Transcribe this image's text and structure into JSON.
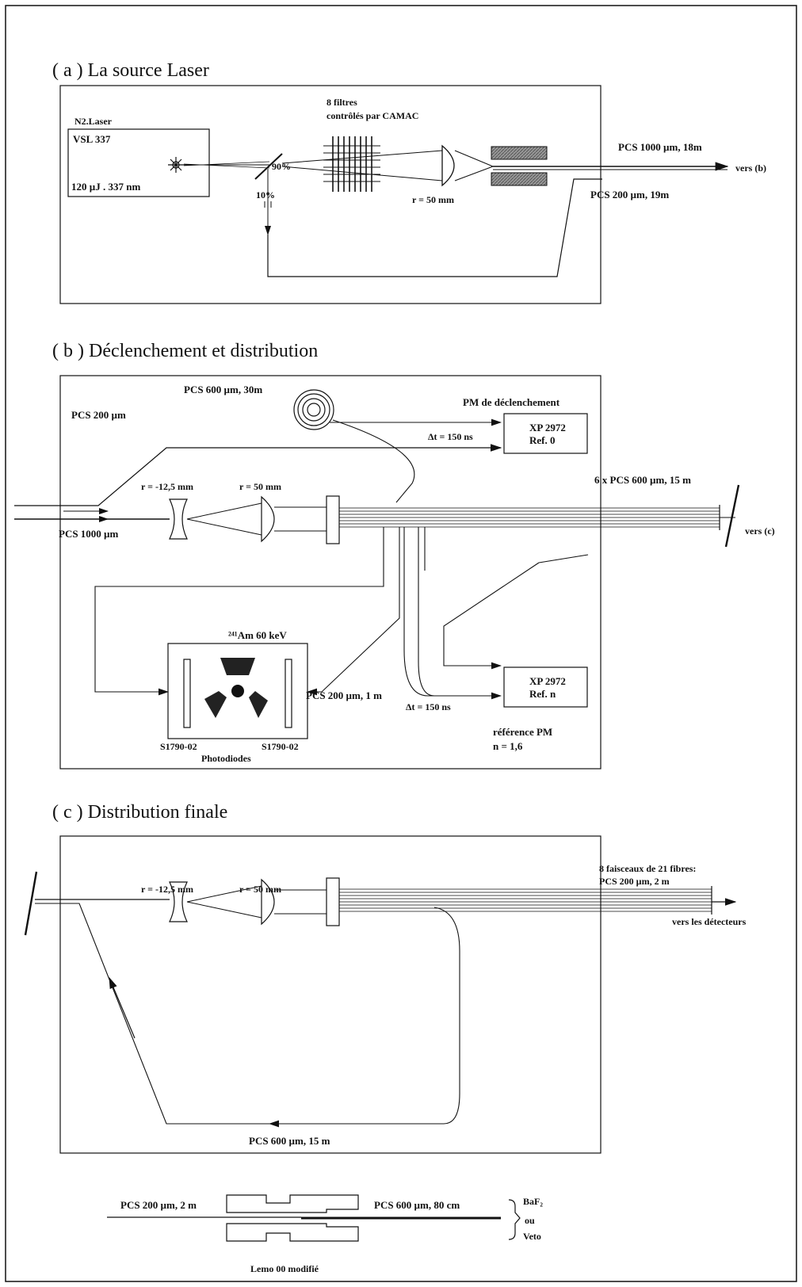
{
  "section_a": {
    "title": "( a ) La source Laser",
    "laser_label": "N2.Laser",
    "laser_model": "VSL 337",
    "laser_specs": "120 µJ . 337 nm",
    "filters_line1": "8 filtres",
    "filters_line2": "contrôlés par CAMAC",
    "split_90": "90%",
    "split_10": "10%",
    "lens_focal": "r = 50 mm",
    "fiber_out_1": "PCS 1000 µm, 18m",
    "fiber_out_2": "PCS 200 µm, 19m",
    "dest": "vers (b)"
  },
  "section_b": {
    "title": "( b ) Déclenchement et distribution",
    "coil_fiber": "PCS 600 µm, 30m",
    "pm_trigger_label": "PM de déclenchement",
    "delay_1": "Δt = 150 ns",
    "pm1_name": "XP 2972",
    "pm1_ref": "Ref. 0",
    "in_fiber_200": "PCS 200 µm",
    "in_fiber_1000": "PCS 1000 µm",
    "lens1": "r = -12,5 mm",
    "lens2": "r = 50 mm",
    "bundle": "6 x PCS 600 µm, 15 m",
    "dest": "vers (c)",
    "source": "²⁴¹Am 60 keV",
    "pd_fiber": "PCS 200 µm, 1 m",
    "delay_2": "Δt = 150 ns",
    "pm2_name": "XP 2972",
    "pm2_ref": "Ref. n",
    "ref_pm": "référence PM",
    "ref_n": "n = 1,6",
    "pd_left": "S1790-02",
    "pd_right": "S1790-02",
    "pd_label": "Photodiodes"
  },
  "section_c": {
    "title": "( c ) Distribution finale",
    "lens1": "r = -12,5 mm",
    "lens2": "r = 50 mm",
    "bundle_1": "8 faisceaux de 21 fibres:",
    "bundle_2": "PCS 200 µm, 2 m",
    "dest": "vers les détecteurs",
    "return_fiber": "PCS 600 µm, 15 m"
  },
  "connector": {
    "left_fiber": "PCS 200 µm, 2 m",
    "right_fiber": "PCS 600 µm, 80 cm",
    "target_1": "BaF₂",
    "target_2": "ou",
    "target_3": "Veto",
    "name": "Lemo 00 modifié"
  }
}
